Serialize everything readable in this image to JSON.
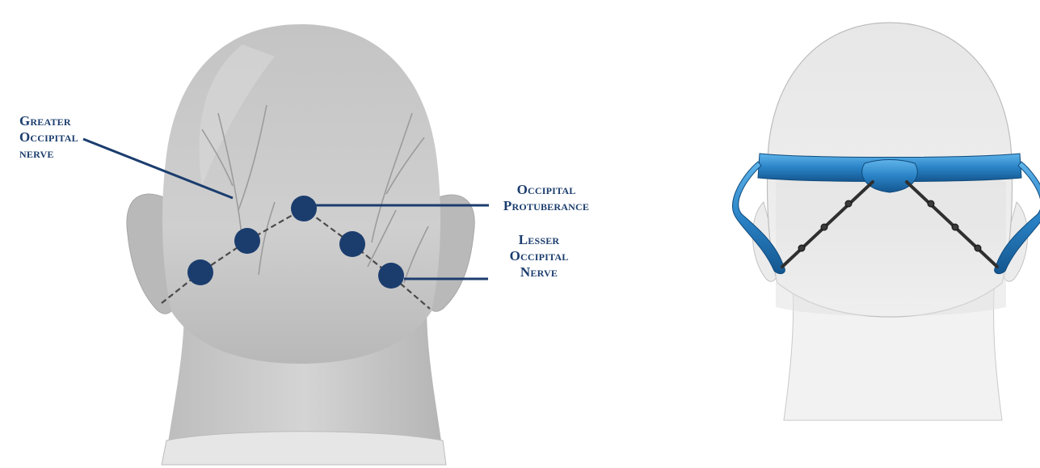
{
  "colors": {
    "navy": "#1b3d6e",
    "head_gray": "#c9c9c9",
    "device_blue": "#2a83c6"
  },
  "labels": {
    "greater_occipital_nerve": [
      "Greater",
      "Occipital",
      "nerve"
    ],
    "occipital_protuberance": [
      "Occipital",
      "Protuberance"
    ],
    "lesser_occipital_nerve": [
      "Lesser",
      "Occipital",
      "Nerve"
    ]
  },
  "icons": {
    "left_panel": "head-rear-view-with-nerve-points",
    "right_panel": "head-rear-view-with-headband-device",
    "marker": "navy-dot-marker"
  }
}
